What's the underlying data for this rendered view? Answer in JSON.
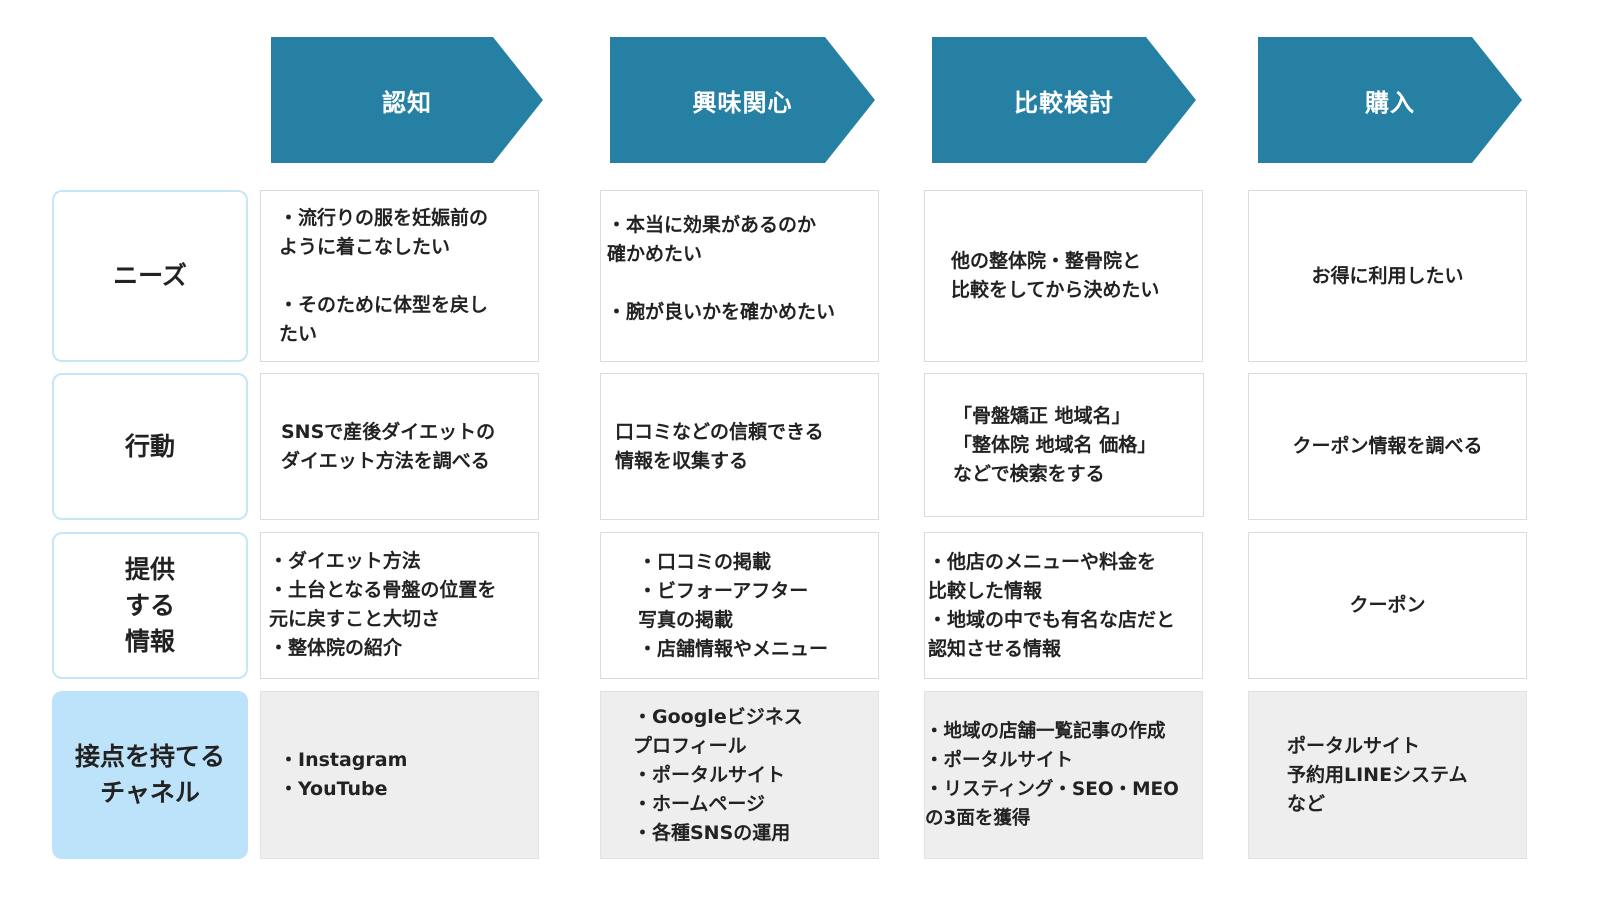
{
  "colors": {
    "stage": "#2680a3",
    "header_border": "#c5e6f7",
    "channel_head": "#bde3fb",
    "gray_cell": "#eeeeee"
  },
  "stages": [
    "認知",
    "興味関心",
    "比較検討",
    "購入"
  ],
  "rows": [
    {
      "label": "ニーズ",
      "cells": [
        "・流行りの服を妊娠前の\nように着こなしたい\n\n・そのために体型を戻し\nたい",
        "・本当に効果があるのか\n確かめたい\n\n・腕が良いかを確かめたい",
        "他の整体院・整骨院と\n比較をしてから決めたい",
        "お得に利用したい"
      ]
    },
    {
      "label": "行動",
      "cells": [
        "SNSで産後ダイエットの\nダイエット方法を調べる",
        "口コミなどの信頼できる\n情報を収集する",
        "「骨盤矯正 地域名」\n「整体院 地域名 価格」\nなどで検索をする",
        "クーポン情報を調べる"
      ]
    },
    {
      "label": "提供\nする\n情報",
      "cells": [
        "・ダイエット方法\n・土台となる骨盤の位置を\n元に戻すこと大切さ\n・整体院の紹介",
        "・口コミの掲載\n・ビフォーアフター\n写真の掲載\n・店舗情報やメニュー",
        "・他店のメニューや料金を\n比較した情報\n・地域の中でも有名な店だと\n認知させる情報",
        "クーポン"
      ]
    },
    {
      "label": "接点を持てる\nチャネル",
      "cells": [
        "・Instagram\n・YouTube",
        "・Googleビジネス\nプロフィール\n・ポータルサイト\n・ホームページ\n・各種SNSの運用",
        "・地域の店舗一覧記事の作成\n・ポータルサイト\n・リスティング・SEO・MEO\nの3面を獲得",
        "ポータルサイト\n予約用LINEシステム\nなど"
      ]
    }
  ]
}
